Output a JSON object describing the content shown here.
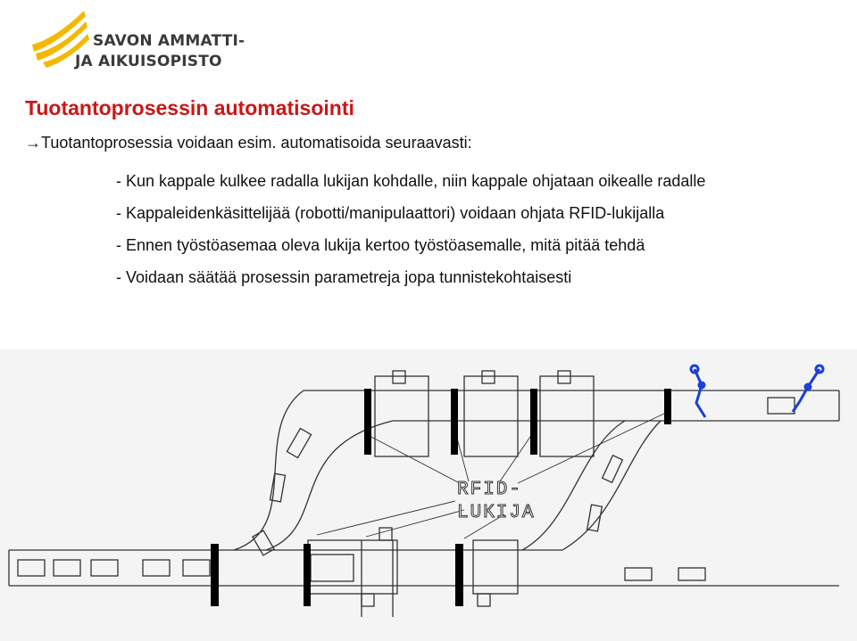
{
  "logo": {
    "line1": "SAVON AMMATTI-",
    "line2": "JA AIKUISOPISTO",
    "brand_color": "#f5b800",
    "text_color": "#3a3a3a"
  },
  "slide": {
    "title": "Tuotantoprosessin automatisointi",
    "title_color": "#cc1616",
    "intro_arrow": "→",
    "intro": "Tuotantoprosessia voidaan esim. automatisoida seuraavasti:",
    "bullets": [
      "- Kun kappale kulkee radalla lukijan kohdalle, niin kappale ohjataan oikealle radalle",
      "- Kappaleidenkäsittelijää (robotti/manipulaattori) voidaan ohjata RFID-lukijalla",
      "- Ennen työstöasemaa oleva lukija kertoo työstöasemalle, mitä pitää tehdä",
      "- Voidaan säätää prosessin parametreja jopa tunnistekohtaisesti"
    ]
  },
  "diagram": {
    "reader_label_line1": "RFID-",
    "reader_label_line2": "LUKIJA",
    "robot_color": "#1a3fd6"
  }
}
